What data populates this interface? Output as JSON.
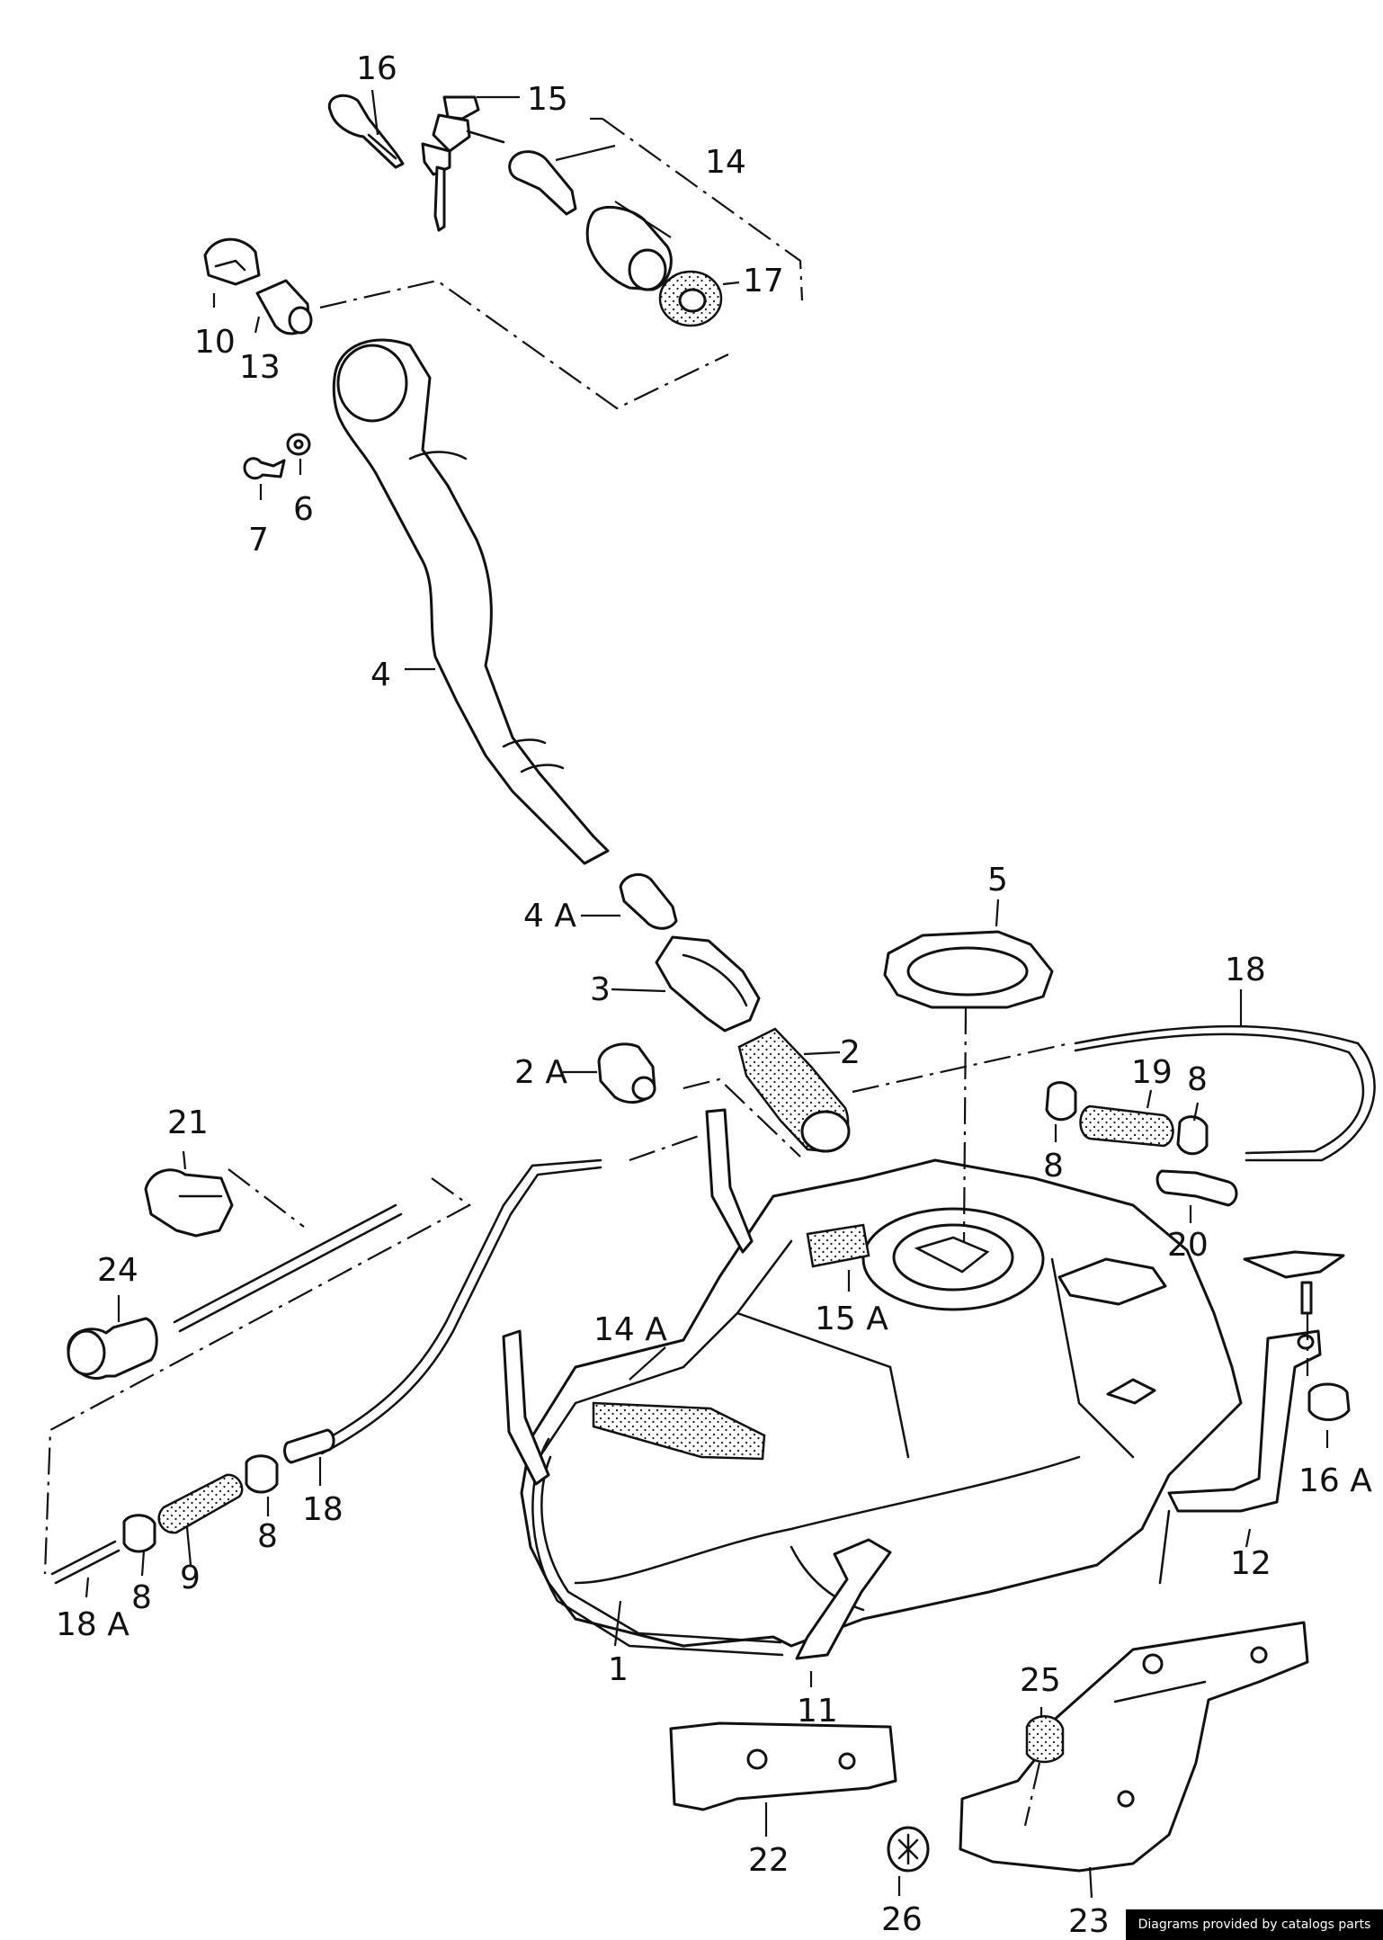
{
  "callouts": {
    "c1": "1",
    "c2": "2",
    "c2a": "2 A",
    "c3": "3",
    "c4": "4",
    "c4a": "4 A",
    "c5": "5",
    "c6": "6",
    "c7": "7",
    "c8a": "8",
    "c8b": "8",
    "c8c": "8",
    "c8d": "8",
    "c9": "9",
    "c10": "10",
    "c11": "11",
    "c12": "12",
    "c13": "13",
    "c14": "14",
    "c14a": "14 A",
    "c15": "15",
    "c15a": "15 A",
    "c16": "16",
    "c16a": "16 A",
    "c17": "17",
    "c18a": "18",
    "c18b": "18",
    "c18c": "18 A",
    "c19": "19",
    "c20": "20",
    "c21": "21",
    "c22": "22",
    "c23": "23",
    "c24": "24",
    "c25": "25",
    "c26": "26"
  },
  "credit": "Diagrams provided by catalogs parts"
}
